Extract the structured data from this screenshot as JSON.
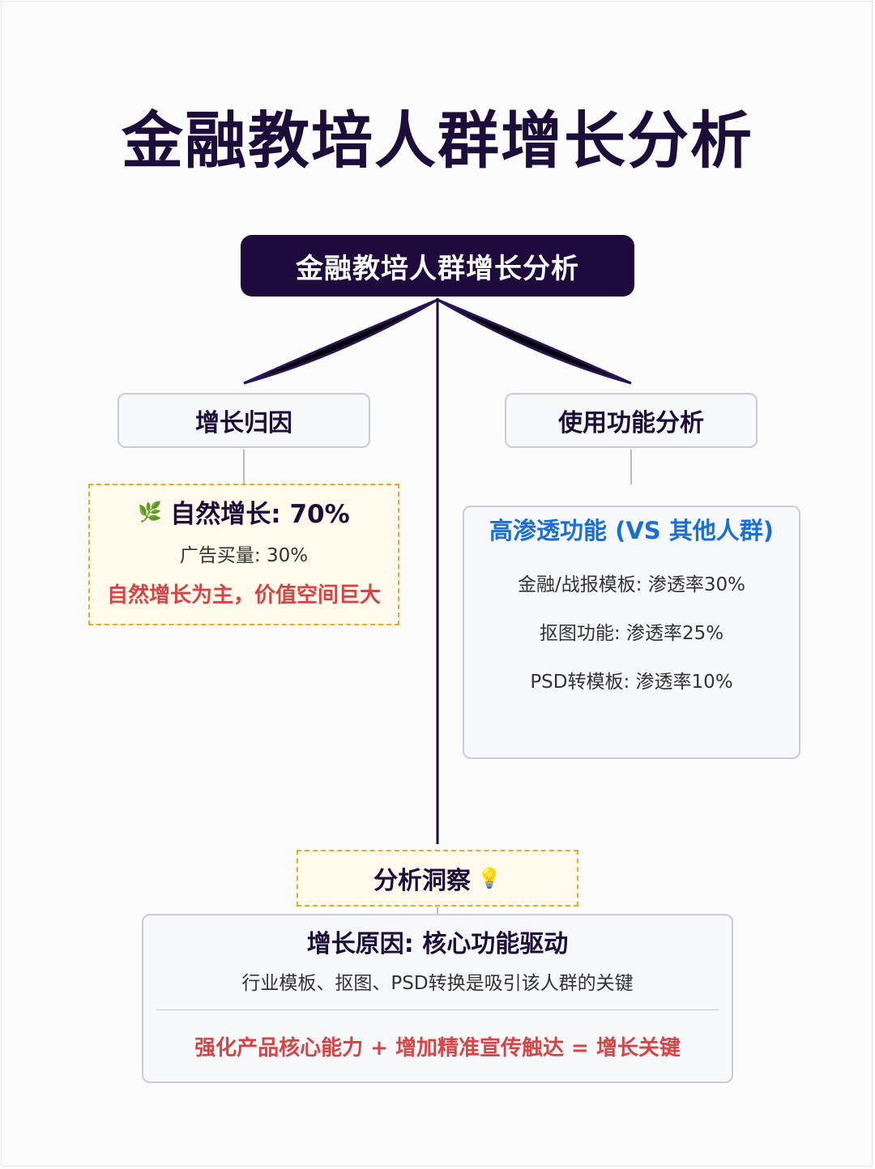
{
  "page": {
    "title": "金融教培人群增长分析"
  },
  "mindmap": {
    "root": {
      "label": "金融教培人群增长分析"
    },
    "branches": {
      "attribution": {
        "label": "增长归因"
      },
      "feature_usage": {
        "label": "使用功能分析"
      }
    },
    "growth_card": {
      "icon": "🌿",
      "icon_name": "leaf-icon",
      "main": "自然增长: 70%",
      "ads": "广告买量: 30%",
      "note": "自然增长为主，价值空间巨大"
    },
    "feature_card": {
      "title": "高渗透功能 (VS 其他人群)",
      "items": [
        "金融/战报模板: 渗透率30%",
        "抠图功能: 渗透率25%",
        "PSD转模板: 渗透率10%"
      ]
    },
    "insight": {
      "label": "分析洞察",
      "icon": "💡",
      "icon_name": "lightbulb-icon",
      "title": "增长原因: 核心功能驱动",
      "description": "行业模板、抠图、PSD转换是吸引该人群的关键",
      "conclusion": "强化产品核心能力 + 增加精准宣传触达 = 增长关键"
    }
  },
  "colors": {
    "primary_dark": "#1e0a3c",
    "highlight_red": "#d64545",
    "highlight_blue": "#1a6fd1",
    "warning_border": "#f2a81d",
    "note_background": "#fffaeb",
    "card_background": "#f7f8fb",
    "card_border": "#c9ccd4"
  }
}
